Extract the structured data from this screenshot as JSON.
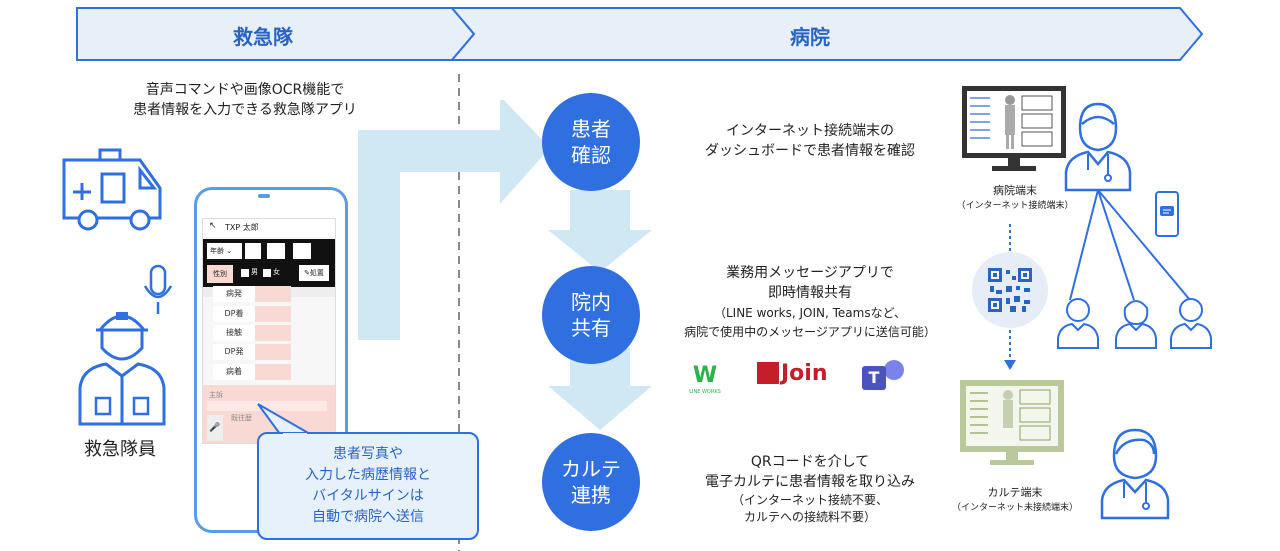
{
  "banner": {
    "left": "救急隊",
    "right": "病院"
  },
  "left": {
    "caption": "音声コマンドや画像OCR機能で\n患者情報を入力できる救急隊アプリ",
    "person_label": "救急隊員",
    "bubble": "患者写真や\n入力した病歴情報と\nバイタルサインは\n自動で病院へ送信"
  },
  "phone": {
    "name_field": "TXP 太郎",
    "age_select": "年齢",
    "gender_label": "性別",
    "male": "男",
    "female": "女",
    "place": "処置",
    "rows": [
      "病発",
      "DP着",
      "接触",
      "DP発",
      "病着"
    ],
    "chief_complaint": "主訴",
    "history_label": "既往歴"
  },
  "steps": [
    {
      "label": "患者\n確認",
      "desc": "インターネット接続端末の\nダッシュボードで患者情報を確認"
    },
    {
      "label": "院内\n共有",
      "desc": "業務用メッセージアプリで\n即時情報共有",
      "note": "（LINE works, JOIN, Teamsなど、\n病院で使用中のメッセージアプリに送信可能）"
    },
    {
      "label": "カルテ\n連携",
      "desc": "QRコードを介して\n電子カルテに患者情報を取り込み",
      "note": "（インターネット接続不要、\nカルテへの接続料不要）"
    }
  ],
  "apps": {
    "lineworks_mark": "W",
    "lineworks_text": "LINE WORKS",
    "join": "Join",
    "teams_mark": "T"
  },
  "hospital": {
    "terminal_label": "病院端末",
    "terminal_sub": "（インターネット接続端末）",
    "chart_label": "カルテ端末",
    "chart_sub": "（インターネット未接続端末）"
  },
  "colors": {
    "accent": "#2f6fe0",
    "banner_fill": "#e7eff9",
    "arrow_light": "#cfe8f3",
    "chart_green": "#b9c99a"
  }
}
